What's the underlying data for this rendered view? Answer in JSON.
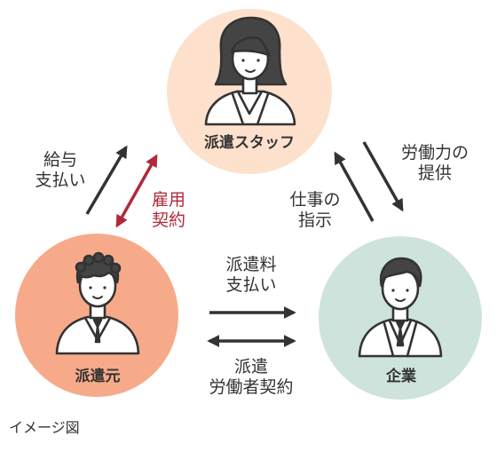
{
  "nodes": {
    "staff": {
      "label": "派遣スタッフ",
      "color": "#fde1cc"
    },
    "agency": {
      "label": "派遣元",
      "color": "#f7aa8a"
    },
    "company": {
      "label": "企業",
      "color": "#cde3dc"
    }
  },
  "edges": {
    "salary": {
      "line1": "給与",
      "line2": "支払い"
    },
    "employment": {
      "line1": "雇用",
      "line2": "契約",
      "color": "#b02a3a"
    },
    "instruction": {
      "line1": "仕事の",
      "line2": "指示"
    },
    "labor": {
      "line1": "労働力の",
      "line2": "提供"
    },
    "fee": {
      "line1": "派遣料",
      "line2": "支払い"
    },
    "contract": {
      "line1": "派遣",
      "line2": "労働者契約"
    }
  },
  "caption": "イメージ図"
}
